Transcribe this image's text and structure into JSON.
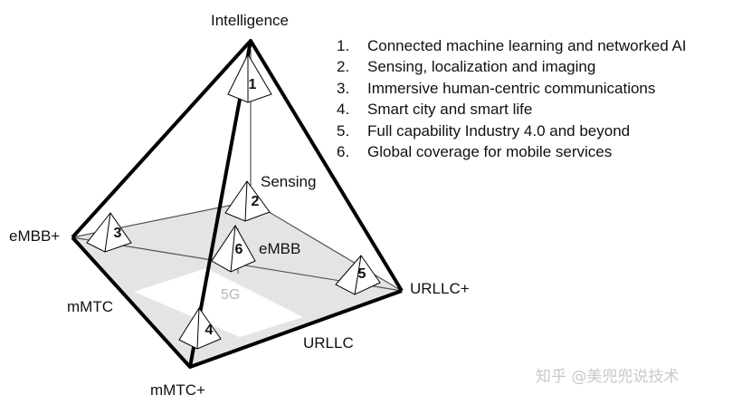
{
  "diagram": {
    "vertices": {
      "top": "Intelligence",
      "left": "eMBB+",
      "right": "URLLC+",
      "bottom": "mMTC+"
    },
    "inner_labels": {
      "back": "Sensing",
      "center": "eMBB",
      "core": "5G",
      "left_edge": "mMTC",
      "bottom_edge": "URLLC"
    },
    "markers": [
      "1",
      "2",
      "3",
      "4",
      "5",
      "6"
    ],
    "colors": {
      "edge": "#000000",
      "base_fill": "#e2e2e2",
      "marker_fill": "#ffffff"
    }
  },
  "legend": [
    {
      "index": "1.",
      "text": "Connected machine learning and networked AI"
    },
    {
      "index": "2.",
      "text": "Sensing, localization and imaging"
    },
    {
      "index": "3.",
      "text": "Immersive human-centric communications"
    },
    {
      "index": "4.",
      "text": "Smart city and smart life"
    },
    {
      "index": "5.",
      "text": "Full capability Industry 4.0 and beyond"
    },
    {
      "index": "6.",
      "text": "Global coverage for mobile services"
    }
  ],
  "watermark": "知乎 @美兜兜说技术"
}
